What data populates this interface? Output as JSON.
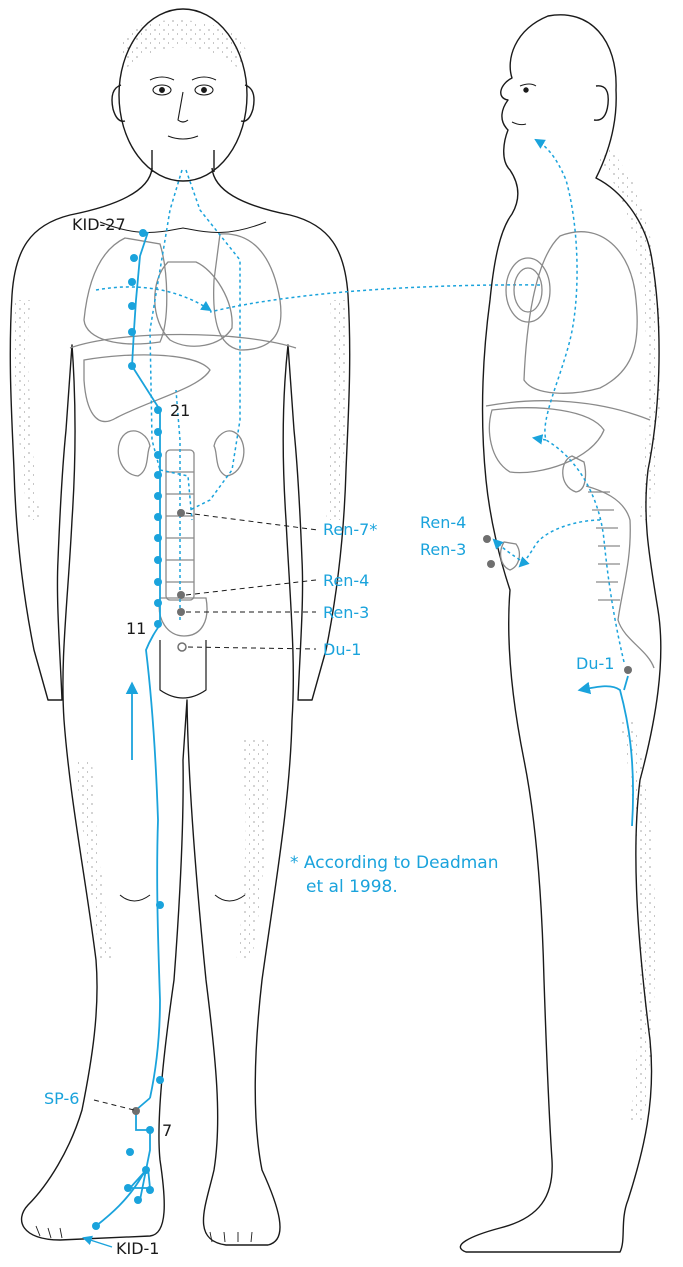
{
  "colors": {
    "channel": "#1aa3dc",
    "outline": "#1a1a1a",
    "organ": "#8a8a8a",
    "point_grey": "#6f6f6f",
    "background": "#ffffff"
  },
  "labels": {
    "kid27": "KID-27",
    "n21": "21",
    "ren7": "Ren-7*",
    "ren4_front": "Ren-4",
    "ren3_front": "Ren-3",
    "n11": "11",
    "du1_front": "Du-1",
    "sp6": "SP-6",
    "n7": "7",
    "kid1": "KID-1",
    "ren4_side": "Ren-4",
    "ren3_side": "Ren-3",
    "du1_side": "Du-1"
  },
  "note": {
    "line1": "* According to Deadman",
    "line2": "et al 1998."
  }
}
